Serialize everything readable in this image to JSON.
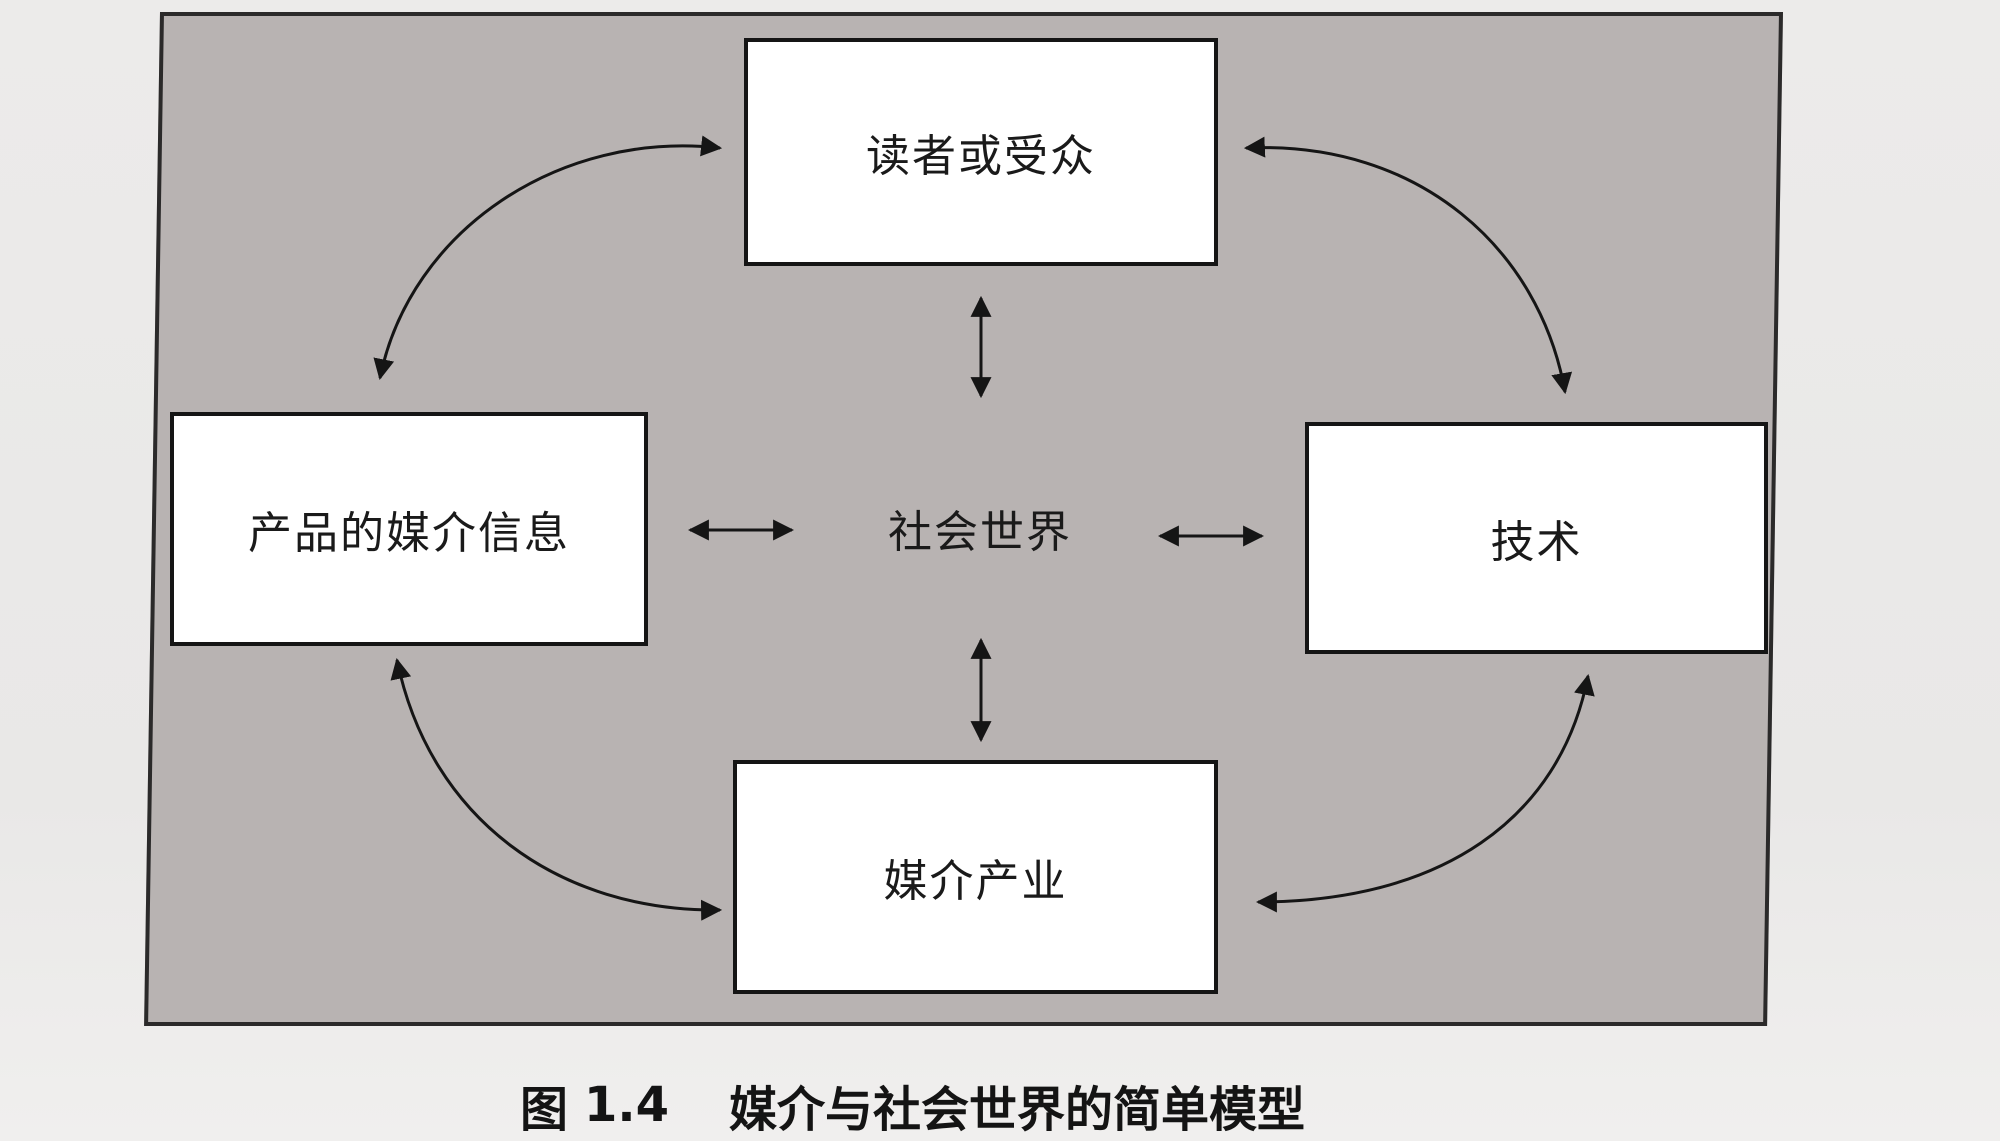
{
  "diagram": {
    "nodes": {
      "readers": "读者或受众",
      "product_info": "产品的媒介信息",
      "technology": "技术",
      "media_industry": "媒介产业",
      "social_world": "社会世界"
    },
    "edges": [
      {
        "from": "social_world",
        "to": "readers",
        "style": "double-arrow"
      },
      {
        "from": "social_world",
        "to": "media_industry",
        "style": "double-arrow"
      },
      {
        "from": "social_world",
        "to": "product_info",
        "style": "double-arrow"
      },
      {
        "from": "social_world",
        "to": "technology",
        "style": "double-arrow"
      },
      {
        "from": "readers",
        "to": "product_info",
        "style": "curved-double-arrow"
      },
      {
        "from": "readers",
        "to": "technology",
        "style": "curved-double-arrow"
      },
      {
        "from": "product_info",
        "to": "media_industry",
        "style": "curved-double-arrow"
      },
      {
        "from": "technology",
        "to": "media_industry",
        "style": "curved-double-arrow"
      }
    ]
  },
  "caption": {
    "prefix": "图",
    "number": "1.4",
    "title": "媒介与社会世界的简单模型"
  },
  "colors": {
    "panel": "#b8b3b2",
    "box": "#ffffff",
    "ink": "#151515"
  }
}
